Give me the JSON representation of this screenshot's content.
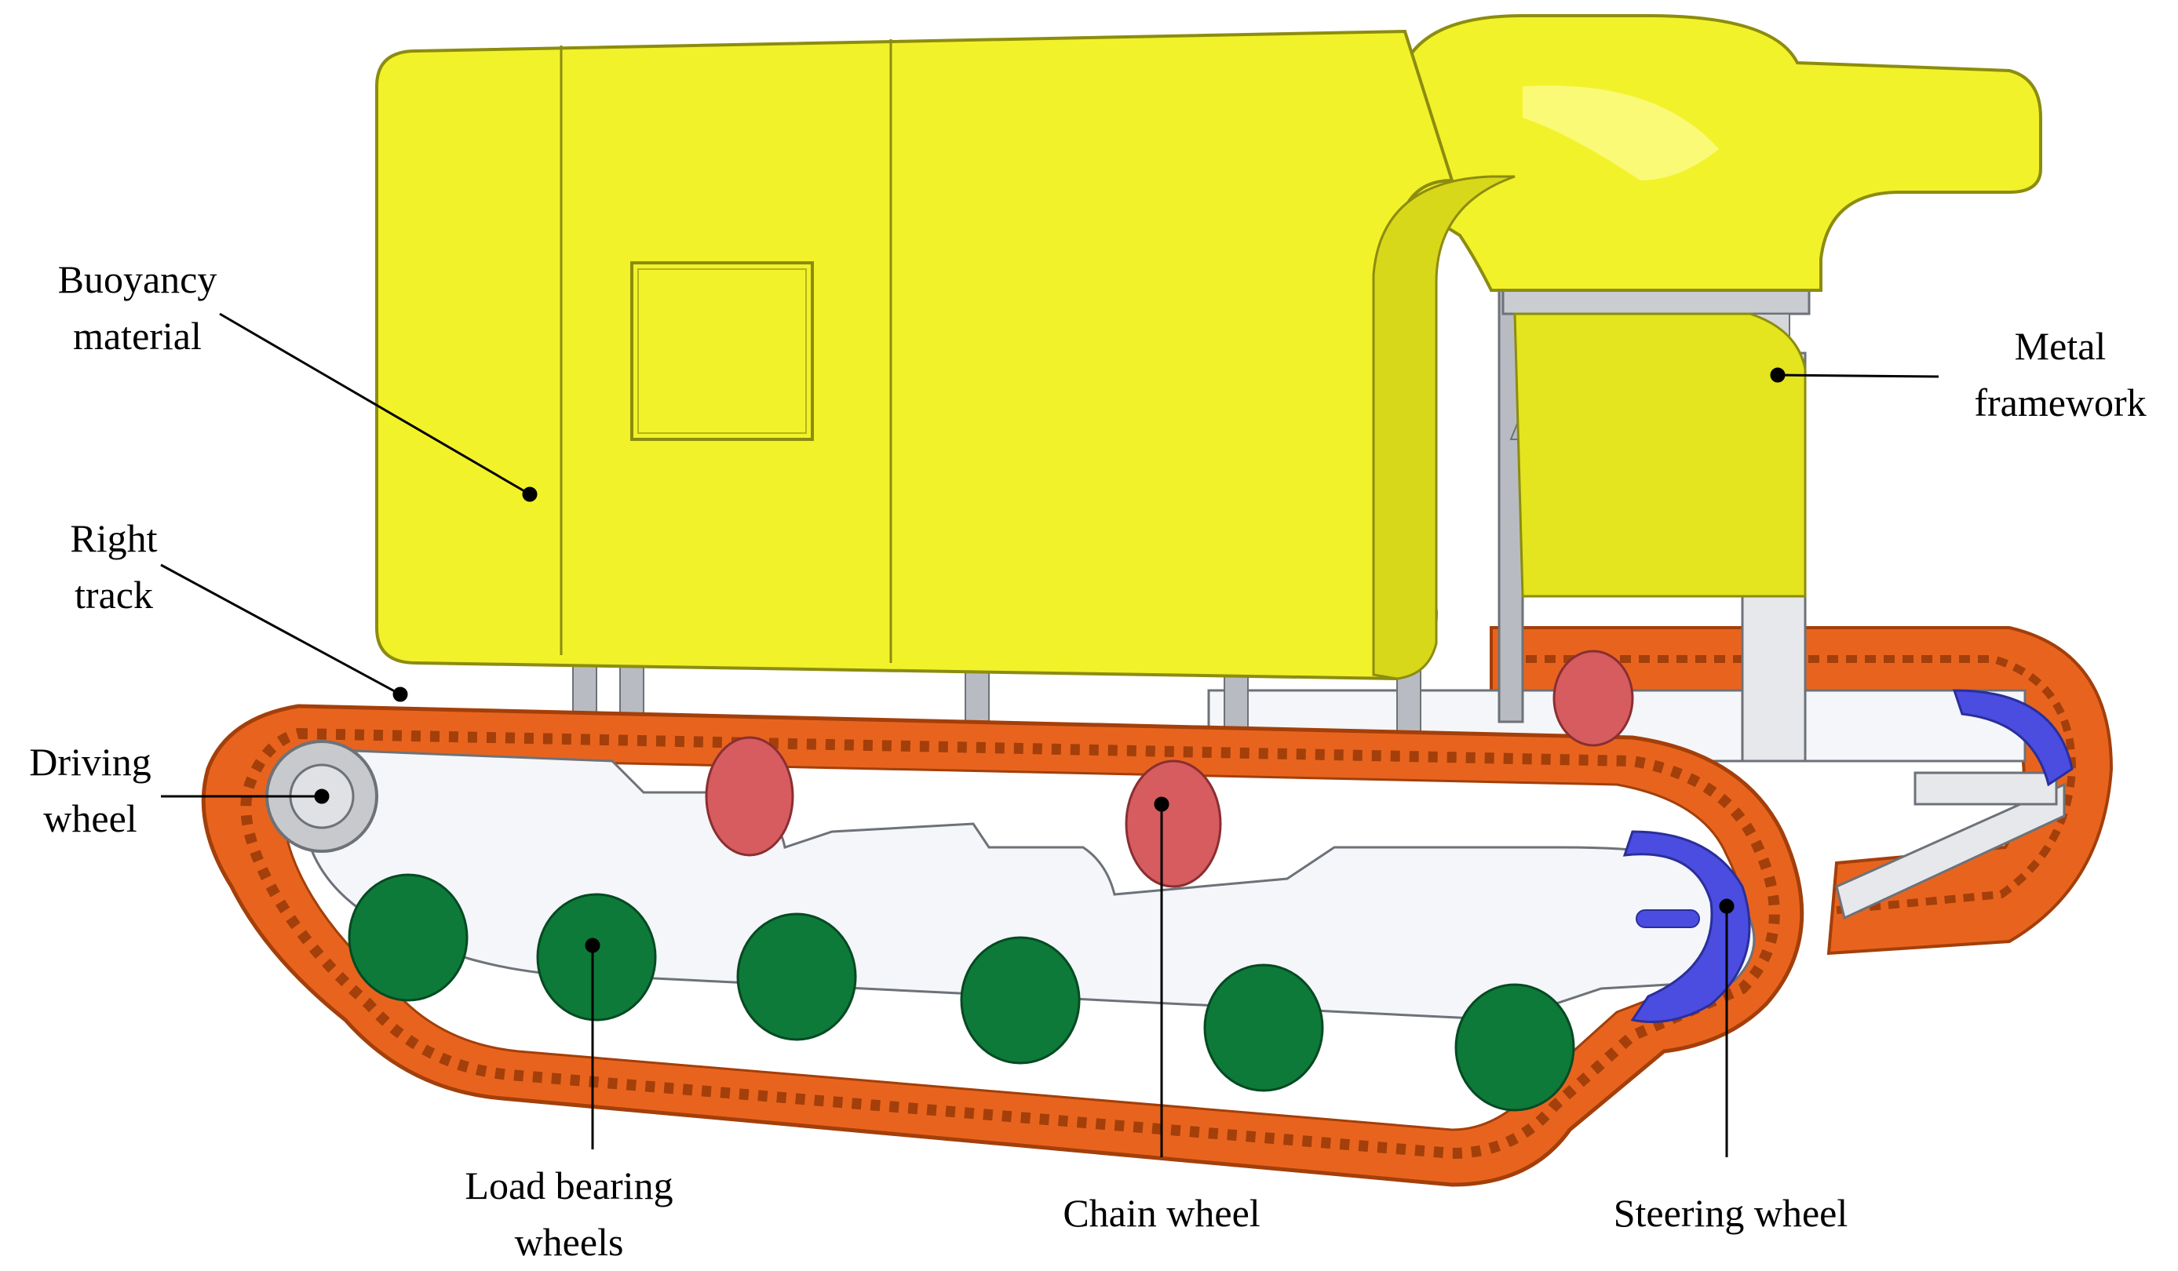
{
  "colors": {
    "buoyancy_yellow": "#f2f22a",
    "buoyancy_shade": "#d8d81a",
    "track_orange": "#e8641e",
    "track_dark": "#a33f0a",
    "side_plate": "#f4f6fa",
    "frame_grey": "#b8bcc2",
    "load_wheel_green": "#0d7a3a",
    "chain_wheel_red": "#d65c60",
    "steering_wheel_blue": "#4a4de0",
    "driving_wheel_grey": "#c7c9cc",
    "leader_line": "#000000"
  },
  "labels": {
    "buoyancy": [
      "Buoyancy",
      "material"
    ],
    "metal": [
      "Metal",
      "framework"
    ],
    "right_track": [
      "Right",
      "track"
    ],
    "driving": [
      "Driving",
      "wheel"
    ],
    "load": [
      "Load bearing",
      "wheels"
    ],
    "chain": "Chain wheel",
    "steering": "Steering wheel"
  }
}
